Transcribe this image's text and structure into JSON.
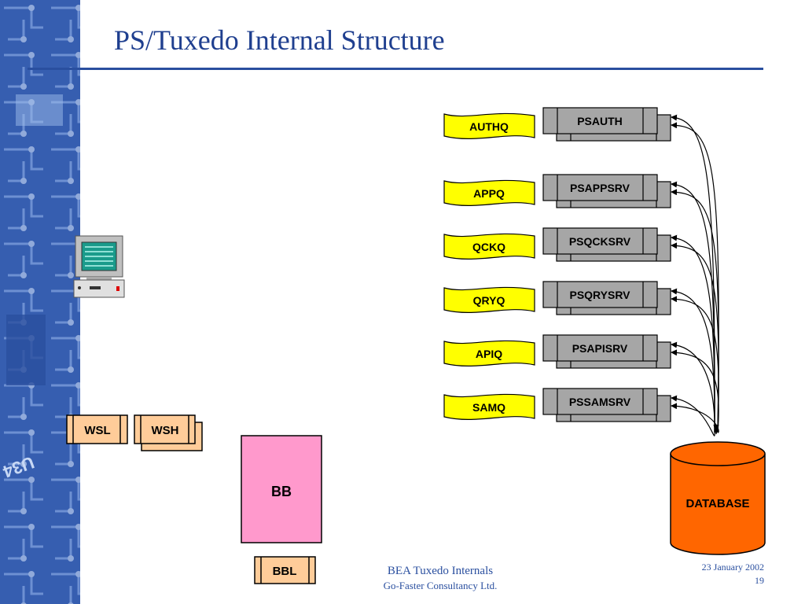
{
  "title": "PS/Tuxedo Internal Structure",
  "queues": [
    {
      "label": "AUTHQ"
    },
    {
      "label": "APPQ"
    },
    {
      "label": "QCKQ"
    },
    {
      "label": "QRYQ"
    },
    {
      "label": "APIQ"
    },
    {
      "label": "SAMQ"
    }
  ],
  "servers": [
    {
      "label": "PSAUTH"
    },
    {
      "label": "PSAPPSRV"
    },
    {
      "label": "PSQCKSRV"
    },
    {
      "label": "PSQRYSRV"
    },
    {
      "label": "PSAPISRV"
    },
    {
      "label": "PSSAMSRV"
    }
  ],
  "listeners": {
    "wsl": "WSL",
    "wsh": "WSH"
  },
  "bulletin_board": {
    "bb": "BB",
    "bbl": "BBL"
  },
  "database": "DATABASE",
  "footer": {
    "line1": "BEA Tuxedo Internals",
    "line2": "Go-Faster Consultancy Ltd.",
    "date": "23 January 2002",
    "page": "19"
  },
  "colors": {
    "queue_fill": "#ffff00",
    "server_fill": "#a6a6a6",
    "bb_fill": "#ff99cc",
    "bbl_fill": "#ffcc99",
    "listener_fill": "#ffcc99",
    "database_fill": "#ff6600",
    "title": "#1f3f8f",
    "sidebar": "#3b63b4"
  }
}
